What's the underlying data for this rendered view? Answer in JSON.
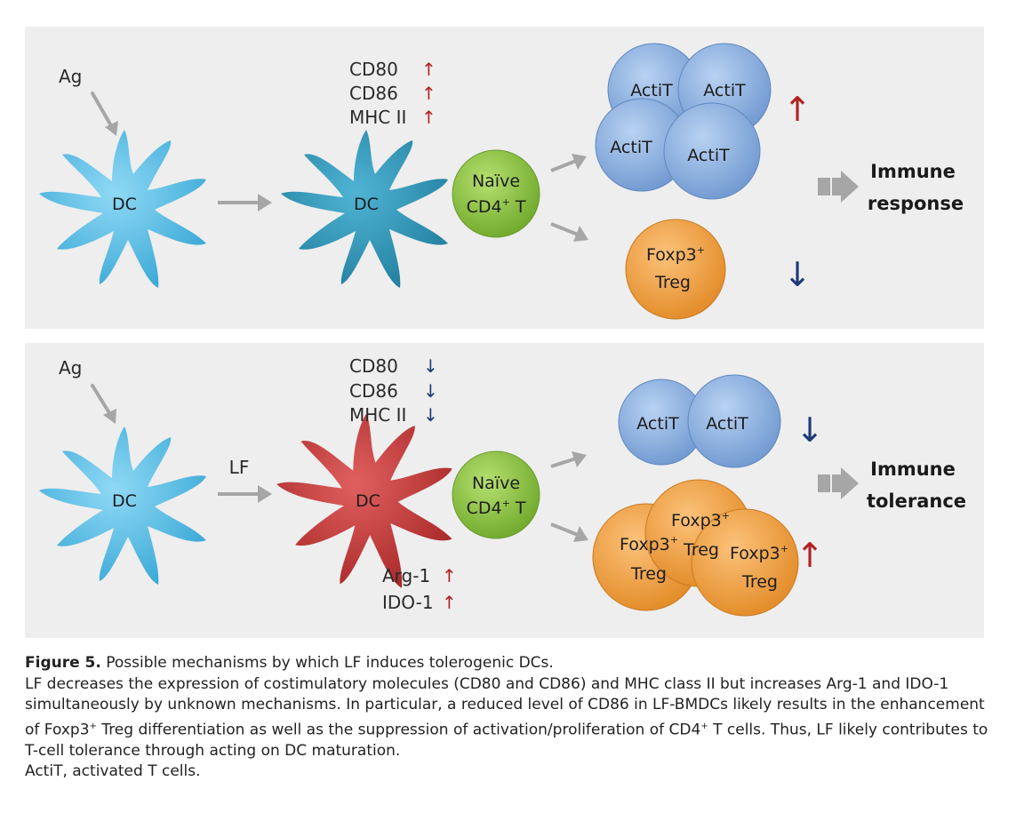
{
  "colors": {
    "panel_bg": "#eeeeee",
    "dc_blue": "#5bbfe4",
    "dc_red": "#c83c3c",
    "naive_green": "#8dc63f",
    "actit_blue": "#8db4e2",
    "treg_orange": "#f0a040",
    "arrow_gray": "#a6a6a6",
    "up_red": "#b22222",
    "down_navy": "#1f3a78"
  },
  "top_panel": {
    "ag_label": "Ag",
    "dc1_label": "DC",
    "dc2_label": "DC",
    "markers": [
      {
        "name": "CD80",
        "arrow": "↑",
        "direction": "up"
      },
      {
        "name": "CD86",
        "arrow": "↑",
        "direction": "up"
      },
      {
        "name": "MHC II",
        "arrow": "↑",
        "direction": "up"
      }
    ],
    "naive_line1": "Naïve",
    "naive_line2": "CD4",
    "naive_sup": "+",
    "naive_t": " T",
    "actit_cells": [
      "ActiT",
      "ActiT",
      "ActiT",
      "ActiT"
    ],
    "actit_arrow": "↑",
    "treg_line1": "Foxp3",
    "treg_sup": "+",
    "treg_line2": "Treg",
    "treg_arrow": "↓",
    "outcome_line1": "Immune",
    "outcome_line2": "response"
  },
  "bottom_panel": {
    "ag_label": "Ag",
    "lf_label": "LF",
    "dc1_label": "DC",
    "dc2_label": "DC",
    "markers": [
      {
        "name": "CD80",
        "arrow": "↓",
        "direction": "down"
      },
      {
        "name": "CD86",
        "arrow": "↓",
        "direction": "down"
      },
      {
        "name": "MHC II",
        "arrow": "↓",
        "direction": "down"
      }
    ],
    "enzymes": [
      {
        "name": "Arg-1",
        "arrow": "↑",
        "direction": "up"
      },
      {
        "name": "IDO-1",
        "arrow": "↑",
        "direction": "up"
      }
    ],
    "naive_line1": "Naïve",
    "naive_line2": "CD4",
    "naive_sup": "+",
    "naive_t": " T",
    "actit_cells": [
      "ActiT",
      "ActiT"
    ],
    "actit_arrow": "↓",
    "treg_cells": [
      {
        "line1": "Foxp3",
        "sup": "+",
        "line2": "Treg"
      },
      {
        "line1": "Foxp3",
        "sup": "+",
        "line2": "Treg"
      },
      {
        "line1": "Foxp3",
        "sup": "+",
        "line2": "Treg"
      }
    ],
    "treg_arrow": "↑",
    "outcome_line1": "Immune",
    "outcome_line2": "tolerance"
  },
  "caption": {
    "figure_label": "Figure 5.",
    "title": " Possible mechanisms by which LF induces tolerogenic DCs.",
    "body_1": "LF decreases the expression of costimulatory molecules (CD80 and CD86) and MHC class II but increases Arg-1 and IDO-1 simultaneously by unknown mechanisms. In particular, a reduced level of CD86 in LF-BMDCs likely results in the enhancement of Foxp3",
    "body_sup_1": "+",
    "body_2": " Treg differentiation as well as the suppression of activation/proliferation of CD4",
    "body_sup_2": "+",
    "body_3": " T cells. Thus, LF likely contributes to T-cell tolerance through acting on DC maturation.",
    "abbrev": "ActiT, activated T cells."
  }
}
